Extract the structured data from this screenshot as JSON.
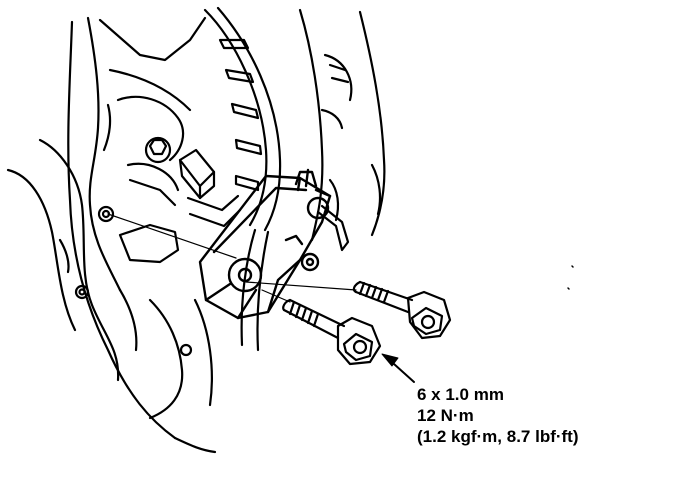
{
  "figure": {
    "line_color": "#000000",
    "background_color": "#ffffff"
  },
  "callout": {
    "bolt_size": "6 x 1.0 mm",
    "torque_nm": "12 N·m",
    "torque_alt": "(1.2 kgf·m, 8.7 lbf·ft)"
  },
  "icons": {
    "callout_arrow": "arrow-icon"
  }
}
